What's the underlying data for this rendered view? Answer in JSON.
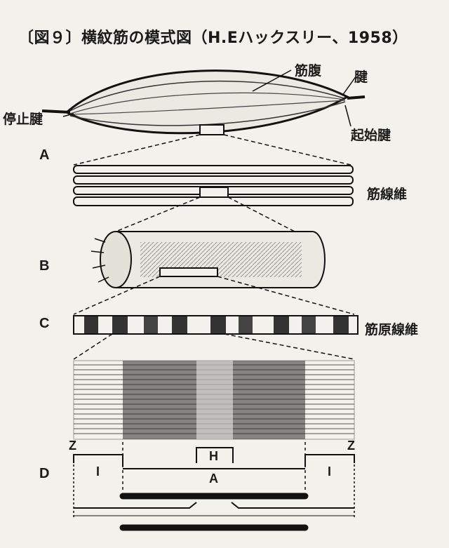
{
  "title": "〔図９〕横紋筋の模式図（H.Eハックスリー、1958）",
  "labels": {
    "muscle_belly": "筋腹",
    "tendon": "腱",
    "insertion_tendon": "停止腱",
    "origin_tendon": "起始腱",
    "muscle_fiber": "筋線維",
    "myofibril": "筋原線維"
  },
  "panels": [
    "A",
    "B",
    "C",
    "D"
  ],
  "sarcomere_bands": {
    "z_left": "Z",
    "z_right": "Z",
    "i_left": "I",
    "i_right": "I",
    "h_zone": "H",
    "a_band": "A"
  }
}
